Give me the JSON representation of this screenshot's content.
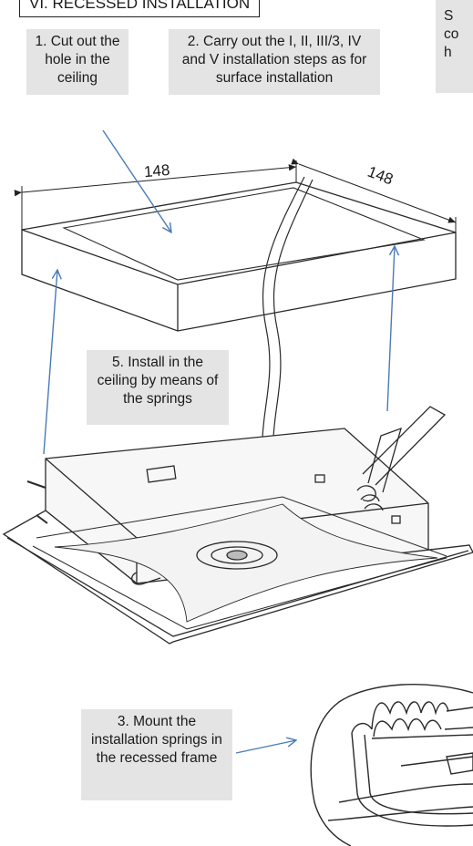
{
  "section": {
    "title": "VI. RECESSED INSTALLATION"
  },
  "callouts": {
    "cut_hole": "1. Cut out the hole in the ceiling",
    "carry_out": "2. Carry out the I, II, III/3, IV and V installation steps as for surface installation",
    "mount_springs": "3. Mount the installation springs in the recessed frame",
    "install_springs": "5. Install in the ceiling by means of the springs",
    "cut_off": "S\nco\nh"
  },
  "dimensions": {
    "width": "148",
    "depth": "148"
  },
  "colors": {
    "arrow": "#4a7ab8",
    "callout_bg": "#e4e4e4",
    "line": "#2a2a2a"
  }
}
